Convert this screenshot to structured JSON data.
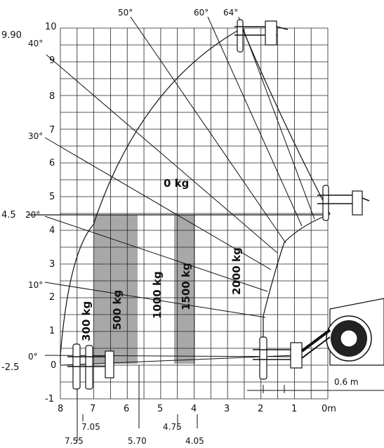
{
  "diagram": {
    "y_axis_labels": [
      "10",
      "9",
      "8",
      "7",
      "6",
      "5",
      "4",
      "3",
      "2",
      "1",
      "0",
      "-1"
    ],
    "x_axis_labels": [
      "8",
      "7",
      "6",
      "5",
      "4",
      "3",
      "2",
      "1",
      "0m"
    ],
    "height_markers": [
      "9.90",
      "4.5",
      "-2.5"
    ],
    "angle_labels": [
      "50°",
      "60°",
      "64°",
      "40°",
      "30°",
      "20°",
      "10°",
      "0°"
    ],
    "zones": [
      {
        "label": "0 kg"
      },
      {
        "label": "300 kg"
      },
      {
        "label": "500 kg"
      },
      {
        "label": "1000 kg"
      },
      {
        "label": "1500 kg"
      },
      {
        "label": "2000 kg"
      }
    ],
    "bottom_dims": [
      "7.05",
      "7.55",
      "5.70",
      "4.75",
      "4.05"
    ],
    "offset_dim": "0.6 m",
    "colors": {
      "grid": "#222222",
      "shade": "#a8a8a8",
      "line": "#111111"
    }
  }
}
